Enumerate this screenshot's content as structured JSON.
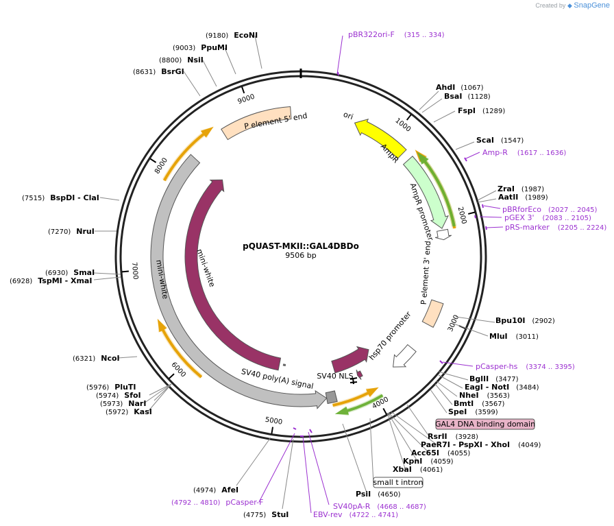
{
  "credit": {
    "prefix": "Created by",
    "brand": "SnapGene"
  },
  "plasmid": {
    "name": "pQUAST-MKII::GAL4DBDo",
    "length_label": "9506 bp",
    "length": 9506
  },
  "ticks": [
    {
      "bp": 1000,
      "label": "1000"
    },
    {
      "bp": 2000,
      "label": "2000"
    },
    {
      "bp": 3000,
      "label": "3000"
    },
    {
      "bp": 4000,
      "label": "4000"
    },
    {
      "bp": 5000,
      "label": "5000"
    },
    {
      "bp": 6000,
      "label": "6000"
    },
    {
      "bp": 7000,
      "label": "7000"
    },
    {
      "bp": 8000,
      "label": "8000"
    },
    {
      "bp": 9000,
      "label": "9000"
    }
  ],
  "enzymes": [
    {
      "name": "AhdI",
      "pos": "(1067)"
    },
    {
      "name": "BsaI",
      "pos": "(1128)"
    },
    {
      "name": "FspI",
      "pos": "(1289)"
    },
    {
      "name": "ScaI",
      "pos": "(1547)"
    },
    {
      "name": "ZraI",
      "pos": "(1987)"
    },
    {
      "name": "AatII",
      "pos": "(1989)"
    },
    {
      "name": "Bpu10I",
      "pos": "(2902)"
    },
    {
      "name": "MluI",
      "pos": "(3011)"
    },
    {
      "name": "BglII",
      "pos": "(3477)"
    },
    {
      "name": "EagI  - NotI",
      "pos": "(3484)"
    },
    {
      "name": "NheI",
      "pos": "(3563)"
    },
    {
      "name": "BmtI",
      "pos": "(3567)"
    },
    {
      "name": "SpeI",
      "pos": "(3599)"
    },
    {
      "name": "RsrII",
      "pos": "(3928)"
    },
    {
      "name": "PaeR7I  - PspXI  - XhoI",
      "pos": "(4049)"
    },
    {
      "name": "Acc65I",
      "pos": "(4055)"
    },
    {
      "name": "KpnI",
      "pos": "(4059)"
    },
    {
      "name": "XbaI",
      "pos": "(4061)"
    },
    {
      "name": "PsiI",
      "pos": "(4650)"
    },
    {
      "name": "StuI",
      "pos": "(4775)"
    },
    {
      "name": "AfeI",
      "pos": "(4974)"
    },
    {
      "name": "KasI",
      "pos": "(5972)"
    },
    {
      "name": "NarI",
      "pos": "(5973)"
    },
    {
      "name": "SfoI",
      "pos": "(5974)"
    },
    {
      "name": "PluTI",
      "pos": "(5976)"
    },
    {
      "name": "NcoI",
      "pos": "(6321)"
    },
    {
      "name": "TspMI  - XmaI",
      "pos": "(6928)"
    },
    {
      "name": "SmaI",
      "pos": "(6930)"
    },
    {
      "name": "NruI",
      "pos": "(7270)"
    },
    {
      "name": "BspDI  - ClaI",
      "pos": "(7515)"
    },
    {
      "name": "BsrGI",
      "pos": "(8631)"
    },
    {
      "name": "NsiI",
      "pos": "(8800)"
    },
    {
      "name": "PpuMI",
      "pos": "(9003)"
    },
    {
      "name": "EcoNI",
      "pos": "(9180)"
    }
  ],
  "primers": [
    {
      "name": "pBR322ori-F",
      "pos": "(315 .. 334)"
    },
    {
      "name": "Amp-R",
      "pos": "(1617 .. 1636)"
    },
    {
      "name": "pBRforEco",
      "pos": "(2027 .. 2045)"
    },
    {
      "name": "pGEX 3'",
      "pos": "(2083 .. 2105)"
    },
    {
      "name": "pRS-marker",
      "pos": "(2205 .. 2224)"
    },
    {
      "name": "pCasper-hs",
      "pos": "(3374 .. 3395)"
    },
    {
      "name": "SV40pA-R",
      "pos": "(4668 .. 4687)"
    },
    {
      "name": "EBV-rev",
      "pos": "(4722 .. 4741)"
    },
    {
      "name": "pCasper-F",
      "pos": "(4792 .. 4810)"
    }
  ],
  "boxed_labels": [
    {
      "text": "GAL4 DNA binding domain",
      "fill": "#e8b4c8"
    },
    {
      "text": "small t intron",
      "fill": "#ffffff"
    }
  ],
  "features": [
    {
      "label": "ori",
      "color": "#ffff00",
      "start": 580,
      "end": 1180,
      "dir": "ccw"
    },
    {
      "label": "AmpR",
      "color": "#ccffcc",
      "start": 1270,
      "end": 2080,
      "dir": "cw"
    },
    {
      "label": "AmpR promoter",
      "color": "#ffffff",
      "start": 2100,
      "end": 2200,
      "dir": "cw"
    },
    {
      "label": "P element 3' end",
      "color": "#ffe0c0",
      "start": 2860,
      "end": 3120,
      "dir": "none"
    },
    {
      "label": "hsp70 promoter",
      "color": "#ffffff",
      "start": 3420,
      "end": 3700,
      "dir": "cw"
    },
    {
      "label": "SV40 NLS",
      "color": "#993366",
      "start": 4030,
      "end": 4080,
      "dir": "cw"
    },
    {
      "label": "GAL4 DNA binding domain",
      "color": "#993366",
      "start": 3800,
      "end": 4320,
      "dir": "ccw"
    },
    {
      "label": "SV40 poly(A) signal",
      "color": "#999999",
      "start": 4380,
      "end": 4480,
      "dir": "none"
    },
    {
      "label": "mini-white",
      "color": "#c0c0c0",
      "start": 4480,
      "end": 8260,
      "dir": "ccw"
    },
    {
      "label": "P element 5' end",
      "color": "#ffe0c0",
      "start": 8660,
      "end": 9400,
      "dir": "none"
    },
    {
      "label": "mini-white",
      "color": "#993366",
      "start": 5050,
      "end": 8300,
      "dir": "cw"
    }
  ],
  "orfs": [
    {
      "color": "#e6a000",
      "start": 1250,
      "end": 2100,
      "dir": "ccw"
    },
    {
      "color": "#6ab033",
      "start": 1280,
      "end": 2080,
      "dir": "ccw"
    },
    {
      "color": "#6ab033",
      "start": 3950,
      "end": 4420,
      "dir": "cw"
    },
    {
      "color": "#e6a000",
      "start": 3950,
      "end": 4430,
      "dir": "ccw"
    },
    {
      "color": "#e6a000",
      "start": 5800,
      "end": 6500,
      "dir": "cw"
    },
    {
      "color": "#e6a000",
      "start": 7900,
      "end": 8600,
      "dir": "cw"
    }
  ]
}
